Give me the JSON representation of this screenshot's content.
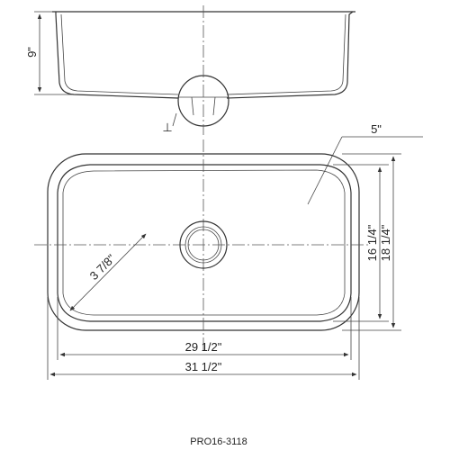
{
  "dimensions": {
    "depth": "9\"",
    "corner_radius": "5\"",
    "bowl_width": "29 1/2\"",
    "overall_width": "31 1/2\"",
    "bowl_length": "16 1/4\"",
    "overall_length": "18 1/4\"",
    "drain_offset": "3 7/8\""
  },
  "model_number": "PRO16-3118",
  "symbols": {
    "perpendicular": "⊥"
  }
}
